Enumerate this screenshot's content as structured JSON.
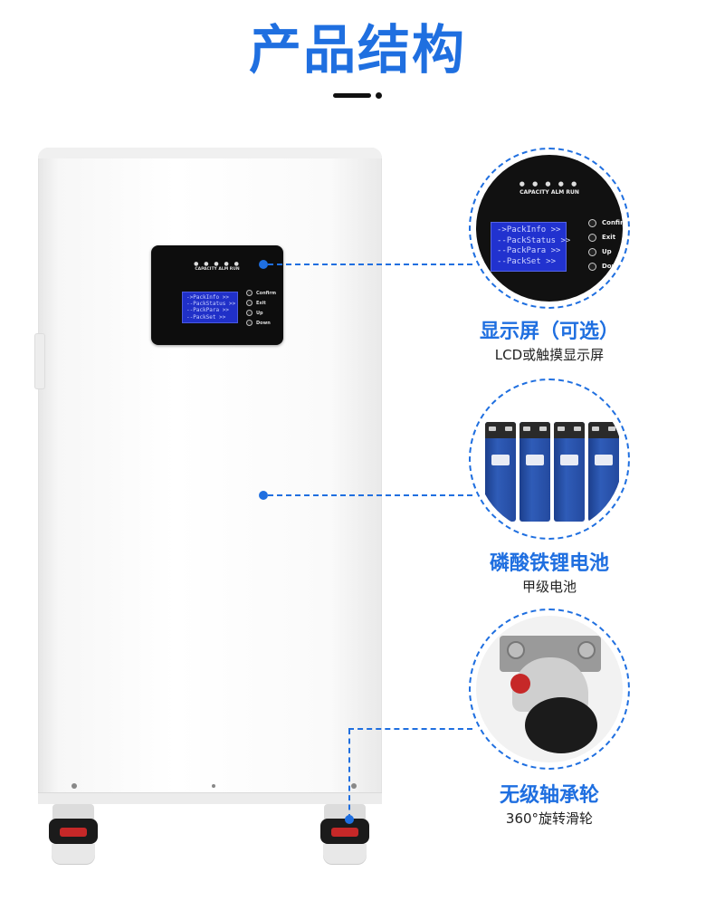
{
  "header": {
    "title": "产品结构"
  },
  "panel": {
    "leds": "● ● ● ● ●",
    "caption": "CAPACITY ALM RUN",
    "lcd_lines": [
      "->PackInfo    >>",
      "--PackStatus  >>",
      "--PackPara    >>",
      "--PackSet     >>"
    ],
    "buttons": [
      "Confirm",
      "Exit",
      "Up",
      "Down"
    ]
  },
  "callouts": [
    {
      "title": "显示屏（可选）",
      "subtitle": "LCD或触摸显示屏"
    },
    {
      "title": "磷酸铁锂电池",
      "subtitle": "甲级电池"
    },
    {
      "title": "无级轴承轮",
      "subtitle": "360°旋转滑轮"
    }
  ],
  "colors": {
    "accent": "#1f6fe0",
    "lcd": "#2132cf",
    "panel": "#0d0d0d"
  }
}
